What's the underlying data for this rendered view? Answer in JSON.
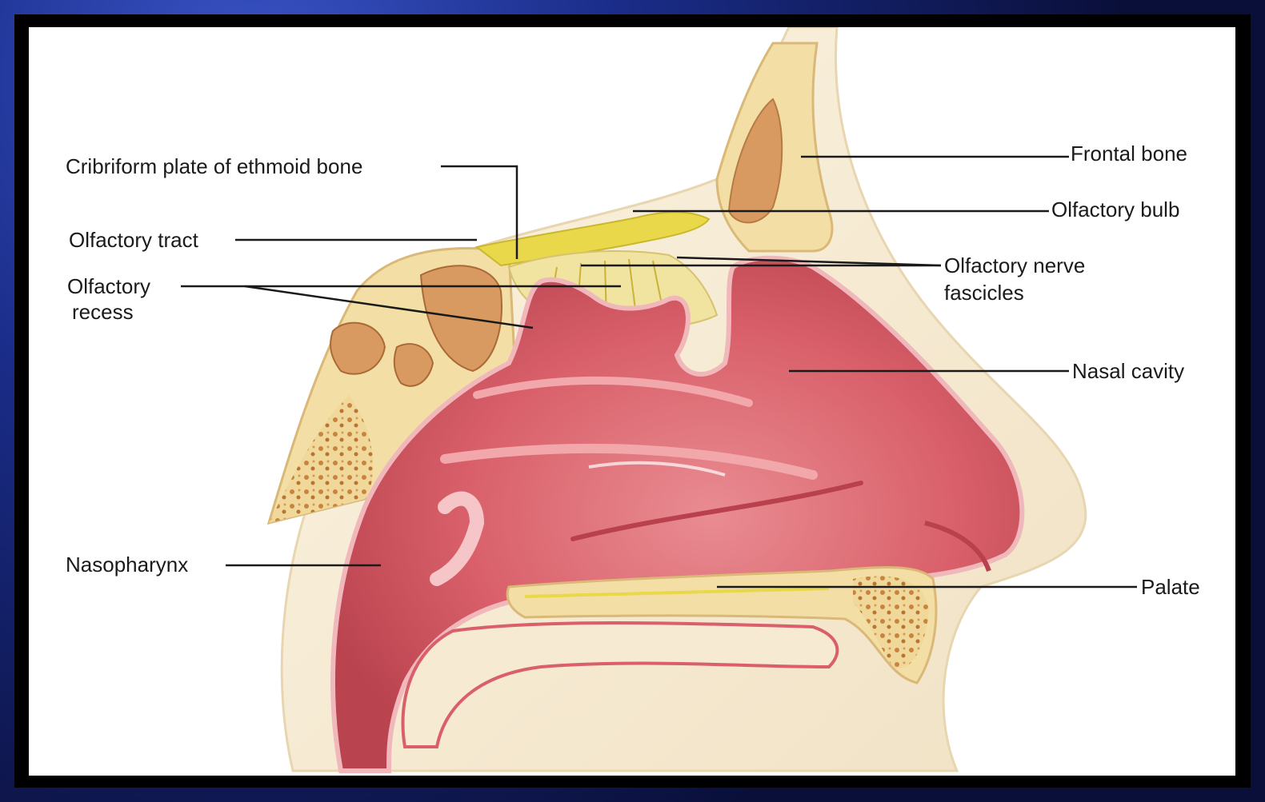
{
  "labels": {
    "cribriform": "Cribriform plate of ethmoid bone",
    "olfactory_tract": "Olfactory tract",
    "olfactory_recess_line1": "Olfactory",
    "olfactory_recess_line2": "recess",
    "nasopharynx": "Nasopharynx",
    "frontal_bone": "Frontal bone",
    "olfactory_bulb": "Olfactory bulb",
    "olfactory_nerve_line1": "Olfactory nerve",
    "olfactory_nerve_line2": "fascicles",
    "nasal_cavity": "Nasal cavity",
    "palate": "Palate"
  },
  "colors": {
    "background_border": "#1a2c88",
    "panel": "#ffffff",
    "mucosa": "#d9606a",
    "mucosa_light": "#ec9aa0",
    "bone": "#f3dfa6",
    "bone_dark": "#c98a4a",
    "nerve": "#e8d84a",
    "skin": "#f6ead2",
    "leader_line": "#1a1a1a"
  }
}
